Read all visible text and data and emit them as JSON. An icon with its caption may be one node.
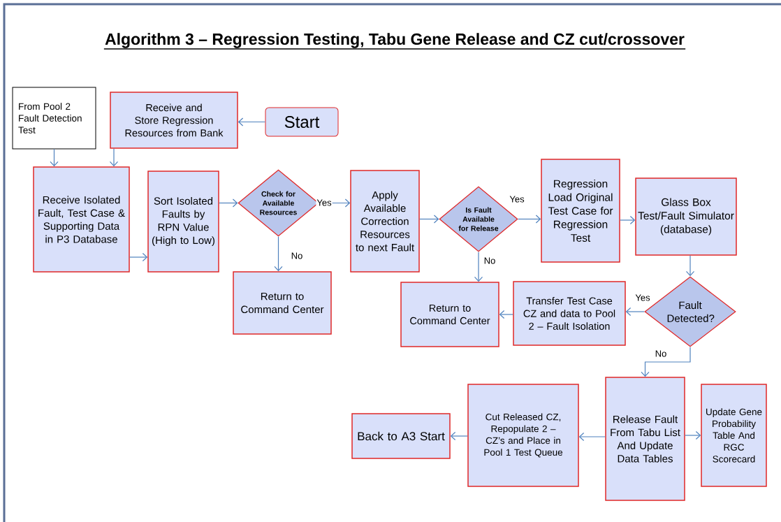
{
  "diagram": {
    "title": "Algorithm 3 – Regression Testing, Tabu  Gene Release and CZ cut/crossover",
    "nodes": [
      {
        "text": [
          "From Pool 2 Fault Detection Test"
        ]
      },
      {
        "text": [
          "Receive and Store Regression Resources from Bank"
        ]
      },
      {
        "text": [
          "Start"
        ]
      },
      {
        "text": [
          "Receive Isolated Fault, Test Case & Supporting Data in P3 Database"
        ]
      },
      {
        "text": [
          "Sort Isolated Faults by RPN Value (High to Low)"
        ]
      },
      {
        "text": [
          "Check for Available Resources"
        ]
      },
      {
        "text": [
          "Return to Command Center"
        ]
      },
      {
        "text": [
          "Apply Available Correction Resources to next Fault"
        ]
      },
      {
        "text": [
          "Is Fault Available for Release"
        ]
      },
      {
        "text": [
          "Regression Load Original Test Case for Regression Test"
        ]
      },
      {
        "text": [
          "Glass Box Test/Fault Simulator (database)"
        ]
      },
      {
        "text": [
          "Fault Detected?"
        ]
      },
      {
        "text": [
          "Transfer Test Case CZ and data to Pool 2 – Fault Isolation"
        ]
      },
      {
        "text": [
          "Return to Command Center"
        ]
      },
      {
        "text": [
          "Release Fault From Tabu List And Update Data Tables"
        ]
      },
      {
        "text": [
          "Update Gene Probability Table And RGC Scorecard"
        ]
      },
      {
        "text": [
          "Cut Released CZ, Repopulate 2 – CZ’s and Place in Pool 1 Test Queue"
        ]
      },
      {
        "text": [
          "Back to A3 Start"
        ]
      }
    ],
    "edges": [
      {
        "from": 0,
        "to": 3,
        "arrow": "to"
      },
      {
        "from": 1,
        "to": 3,
        "arrow": "to"
      },
      {
        "from": 2,
        "to": 1,
        "arrow": "to"
      },
      {
        "from": 3,
        "to": 4,
        "arrow": "to"
      },
      {
        "from": 4,
        "to": 5,
        "arrow": "to"
      },
      {
        "from": 5,
        "to": 7,
        "arrow": "to",
        "label": "Yes"
      },
      {
        "from": 5,
        "to": 6,
        "arrow": "to",
        "label": "No"
      },
      {
        "from": 7,
        "to": 8,
        "arrow": "to"
      },
      {
        "from": 8,
        "to": 9,
        "arrow": "to",
        "label": "Yes"
      },
      {
        "from": 8,
        "to": 13,
        "arrow": "to",
        "label": "No"
      },
      {
        "from": 9,
        "to": 10,
        "arrow": "to"
      },
      {
        "from": 10,
        "to": 11,
        "arrow": "to"
      },
      {
        "from": 11,
        "to": 12,
        "arrow": "to",
        "label": "Yes"
      },
      {
        "from": 12,
        "to": 13,
        "arrow": "to"
      },
      {
        "from": 11,
        "to": 14,
        "arrow": "to",
        "label": "No"
      },
      {
        "from": 14,
        "to": 16,
        "arrow": "to"
      },
      {
        "from": 14,
        "to": 15,
        "arrow": "to"
      },
      {
        "from": 16,
        "to": 17,
        "arrow": "to"
      }
    ]
  }
}
